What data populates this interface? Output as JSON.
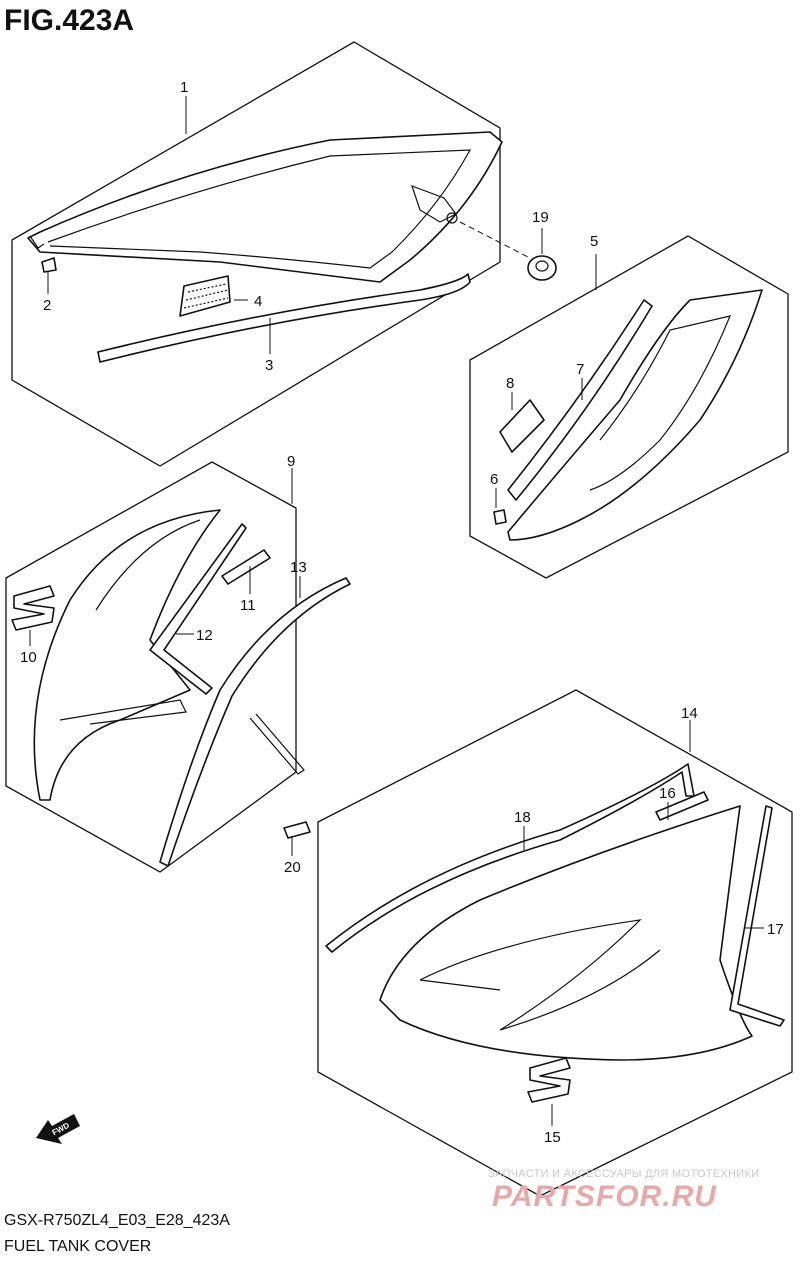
{
  "figure": {
    "title": "FIG.423A",
    "model_code": "GSX-R750ZL4_E03_E28_423A",
    "name": "FUEL TANK COVER"
  },
  "watermark": {
    "caption": "ЗАПЧАСТИ И АКСЕССУАРЫ ДЛЯ МОТОТЕХНИКИ",
    "logo": "PARTSFOR.RU"
  },
  "fwd_arrow": "FWD",
  "callouts": {
    "p1": "1",
    "p2": "2",
    "p3": "3",
    "p4": "4",
    "p5": "5",
    "p6": "6",
    "p7": "7",
    "p8": "8",
    "p9": "9",
    "p10": "10",
    "p11": "11",
    "p12": "12",
    "p13": "13",
    "p14": "14",
    "p15": "15",
    "p16": "16",
    "p17": "17",
    "p18": "18",
    "p19": "19",
    "p20": "20"
  }
}
